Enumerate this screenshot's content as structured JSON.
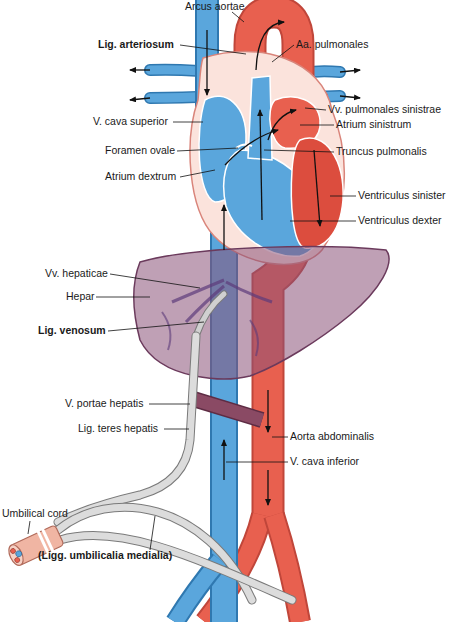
{
  "diagram": {
    "labels": [
      "Arcus aortae",
      "Lig. arteriosum",
      "Aa. pulmonales",
      "Vv. pulmonales sinistrae",
      "V. cava superior",
      "Atrium sinistrum",
      "Foramen ovale",
      "Truncus pulmonalis",
      "Atrium dextrum",
      "Ventriculus sinister",
      "Ventriculus dexter",
      "Vv. hepaticae",
      "Hepar",
      "Lig. venosum",
      "V. portae hepatis",
      "Lig. teres hepatis",
      "Aorta abdominalis",
      "V. cava inferior",
      "Umbilical cord",
      "(Ligg. umbilicalia medialia)"
    ]
  }
}
